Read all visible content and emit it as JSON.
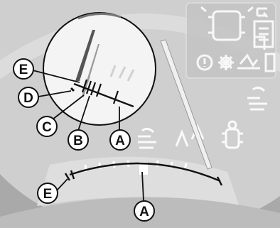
{
  "callouts": {
    "upper": {
      "e": "E",
      "d": "D",
      "c": "C",
      "b": "B",
      "a": "A"
    },
    "lower": {
      "e": "E",
      "a": "A"
    }
  },
  "colors": {
    "background": "#a9a9a9",
    "dial": "#d5d5d5",
    "inset": "#f4f4f4",
    "ink": "#111111",
    "faint": "#ffffff"
  }
}
